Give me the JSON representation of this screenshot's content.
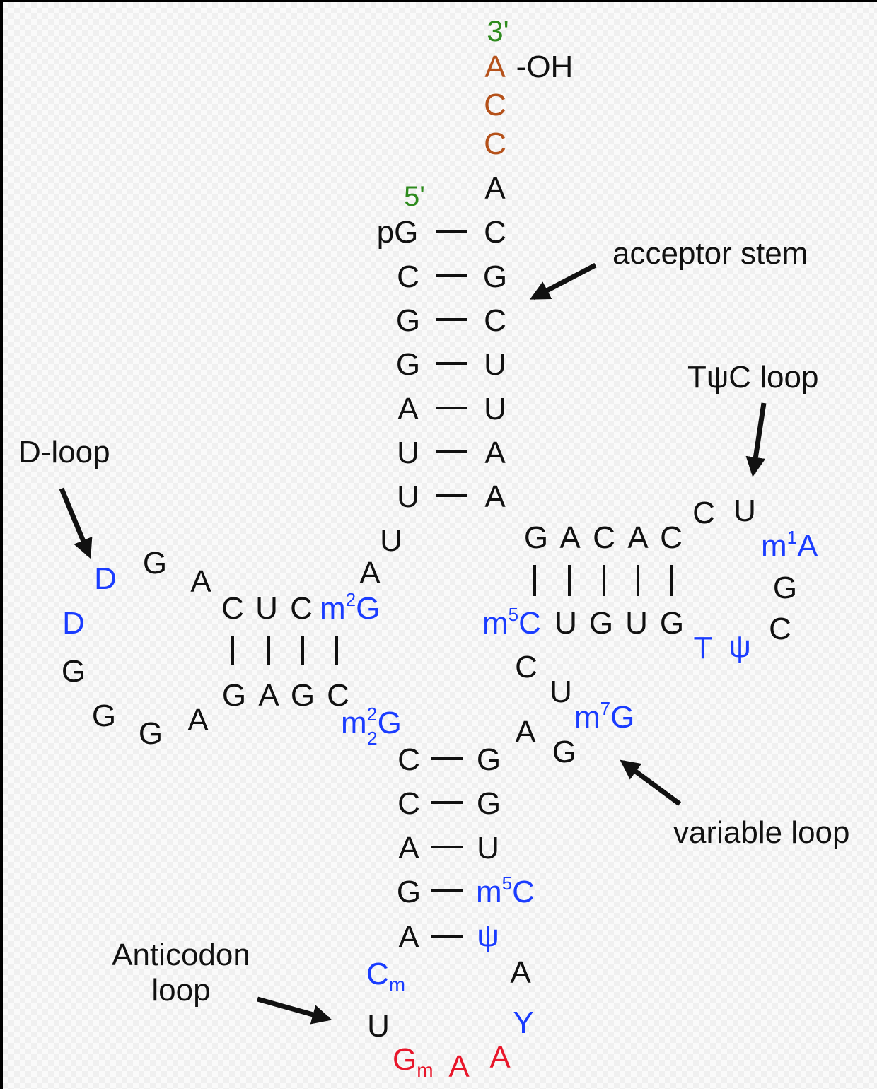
{
  "colors": {
    "black": "#111111",
    "blue": "#1a3cff",
    "red": "#e8162a",
    "brown": "#b5511a",
    "green": "#2e8b1e"
  },
  "labels": {
    "acceptor_stem": "acceptor stem",
    "tpsic_loop": "TψC loop",
    "d_loop": "D-loop",
    "variable_loop": "variable loop",
    "anticodon_loop_line1": "Anticodon",
    "anticodon_loop_line2": "loop"
  },
  "ends": {
    "three_prime": "3'",
    "five_prime": "5'",
    "oh": "-OH"
  },
  "acceptor": {
    "tail": [
      "A",
      "C",
      "C",
      "A"
    ],
    "left": [
      "pG",
      "C",
      "G",
      "G",
      "A",
      "U",
      "U"
    ],
    "right": [
      "C",
      "G",
      "C",
      "U",
      "U",
      "A",
      "A"
    ]
  },
  "junction": {
    "u": "U",
    "a": "A"
  },
  "d_arm": {
    "top": [
      "C",
      "U",
      "C"
    ],
    "top_mod": {
      "base": "m",
      "sup": "2",
      "tail": "G"
    },
    "bottom": [
      "G",
      "A",
      "G",
      "C"
    ],
    "bottom_mod": {
      "base": "m",
      "sup": "2",
      "sub": "2",
      "tail": "G"
    },
    "loop": [
      "G",
      "A",
      "D",
      "D",
      "G",
      "G",
      "G",
      "A"
    ]
  },
  "t_arm": {
    "top": [
      "G",
      "A",
      "C",
      "A",
      "C"
    ],
    "bottom_mod": {
      "base": "m",
      "sup": "5",
      "tail": "C"
    },
    "bottom": [
      "U",
      "G",
      "U",
      "G"
    ],
    "loop": [
      "C",
      "U",
      "G",
      "C",
      "T",
      "ψ"
    ],
    "loop_mod": {
      "base": "m",
      "sup": "1",
      "tail": "A"
    }
  },
  "variable": {
    "bases": [
      "C",
      "U",
      "A",
      "G"
    ],
    "mod": {
      "base": "m",
      "sup": "7",
      "tail": "G"
    }
  },
  "anticodon_stem": {
    "left": [
      "C",
      "C",
      "A",
      "G",
      "A"
    ],
    "right": [
      "G",
      "G",
      "U"
    ],
    "right_mod": {
      "base": "m",
      "sup": "5",
      "tail": "C"
    },
    "right_psi": "ψ"
  },
  "anticodon_loop": {
    "cm": {
      "base": "C",
      "sub": "m"
    },
    "u": "U",
    "gm": {
      "base": "G",
      "sub": "m"
    },
    "a1": "A",
    "a2": "A",
    "y": "Y",
    "a3": "A"
  }
}
